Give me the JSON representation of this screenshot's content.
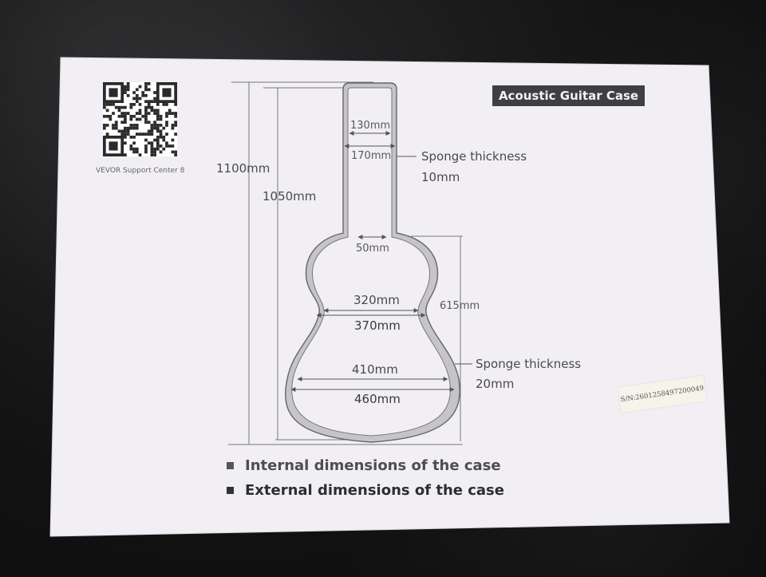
{
  "title": "Acoustic Guitar Case",
  "support_label": "VEVOR Support Center 8",
  "serial": "S/N:2601258497200049",
  "dimensions": {
    "overall_external_length": "1100mm",
    "overall_internal_length": "1050mm",
    "neck_internal_width": "130mm",
    "neck_external_width": "170mm",
    "neck_inner_gap": "50mm",
    "waist_internal_width": "320mm",
    "waist_external_width": "370mm",
    "body_length": "615mm",
    "lower_bout_internal_width": "410mm",
    "lower_bout_external_width": "460mm"
  },
  "notes": {
    "neck_label": "Sponge thickness",
    "neck_value": "10mm",
    "body_label": "Sponge thickness",
    "body_value": "20mm"
  },
  "legend": {
    "internal": "Internal dimensions of the case",
    "external": "External dimensions of the case"
  },
  "colors": {
    "paper": "#f1eff4",
    "badge": "#3f3f41",
    "sponge_fill": "#c9c7cc",
    "line": "#666666"
  }
}
